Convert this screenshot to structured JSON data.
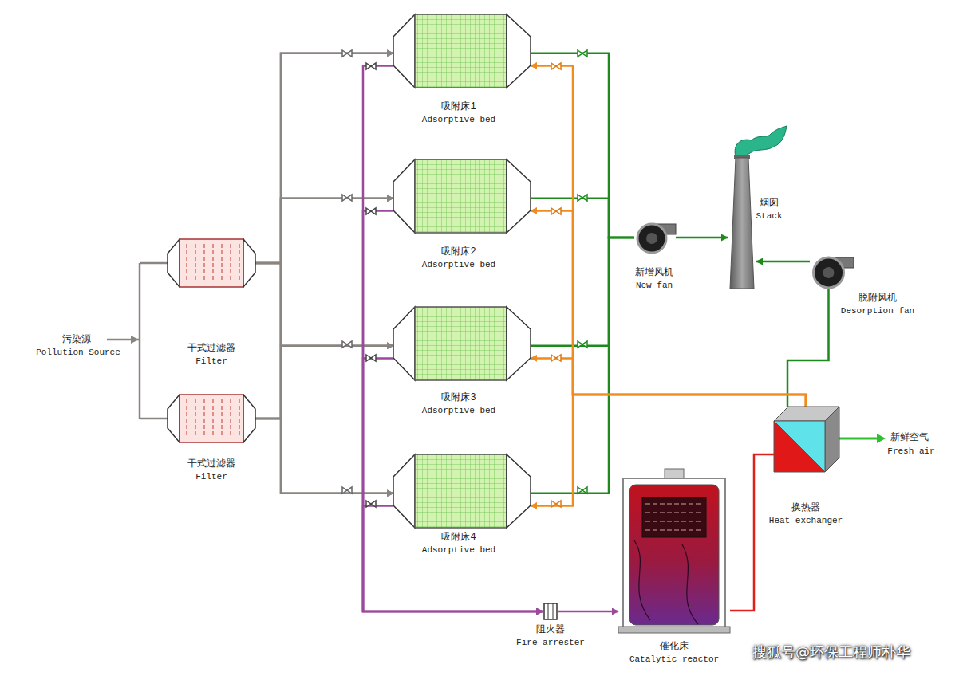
{
  "diagram": {
    "nodes": [
      {
        "text": [
          "干式过滤器",
          "Filter"
        ]
      },
      {
        "text": [
          "干式过滤器",
          "Filter"
        ]
      },
      {
        "text": [
          "吸附床1",
          "Adsorptive bed"
        ]
      },
      {
        "text": [
          "吸附床2",
          "Adsorptive bed"
        ]
      },
      {
        "text": [
          "吸附床3",
          "Adsorptive bed"
        ]
      },
      {
        "text": [
          "吸附床4",
          "Adsorptive bed"
        ]
      },
      {
        "text": [
          "新增风机",
          "New fan"
        ]
      },
      {
        "text": [
          "烟囱",
          "Stack"
        ]
      },
      {
        "text": [
          "脱附风机",
          "Desorption fan"
        ]
      },
      {
        "text": [
          "换热器",
          "Heat exchanger"
        ]
      },
      {
        "text": [
          "催化床",
          "Catalytic reactor"
        ]
      },
      {
        "text": [
          "阻火器",
          "Fire arrester"
        ]
      }
    ],
    "edges": [
      {
        "from": 0,
        "to": 2,
        "arrow": "to"
      },
      {
        "from": 0,
        "to": 3,
        "arrow": "to"
      },
      {
        "from": 0,
        "to": 4,
        "arrow": "to"
      },
      {
        "from": 0,
        "to": 5,
        "arrow": "to"
      },
      {
        "from": 1,
        "to": 2,
        "arrow": "to"
      },
      {
        "from": 1,
        "to": 3,
        "arrow": "to"
      },
      {
        "from": 1,
        "to": 4,
        "arrow": "to"
      },
      {
        "from": 1,
        "to": 5,
        "arrow": "to"
      },
      {
        "from": 2,
        "to": 6,
        "arrow": "none"
      },
      {
        "from": 3,
        "to": 6,
        "arrow": "none"
      },
      {
        "from": 4,
        "to": 6,
        "arrow": "none"
      },
      {
        "from": 5,
        "to": 6,
        "arrow": "none"
      },
      {
        "from": 6,
        "to": 7,
        "arrow": "to"
      },
      {
        "from": 8,
        "to": 7,
        "arrow": "to"
      },
      {
        "from": 9,
        "to": 8,
        "arrow": "none"
      },
      {
        "from": 9,
        "to": 2,
        "arrow": "to"
      },
      {
        "from": 9,
        "to": 3,
        "arrow": "to"
      },
      {
        "from": 9,
        "to": 4,
        "arrow": "to"
      },
      {
        "from": 9,
        "to": 5,
        "arrow": "to"
      },
      {
        "from": 2,
        "to": 11,
        "arrow": "to"
      },
      {
        "from": 3,
        "to": 11,
        "arrow": "to"
      },
      {
        "from": 4,
        "to": 11,
        "arrow": "to"
      },
      {
        "from": 5,
        "to": 11,
        "arrow": "to"
      },
      {
        "from": 11,
        "to": 10,
        "arrow": "to"
      },
      {
        "from": 10,
        "to": 9,
        "arrow": "none"
      }
    ],
    "labels": [
      "污染源",
      "Pollution Source",
      "新鲜空气",
      "Fresh air",
      "搜狐号@环保工程师朴华"
    ]
  }
}
